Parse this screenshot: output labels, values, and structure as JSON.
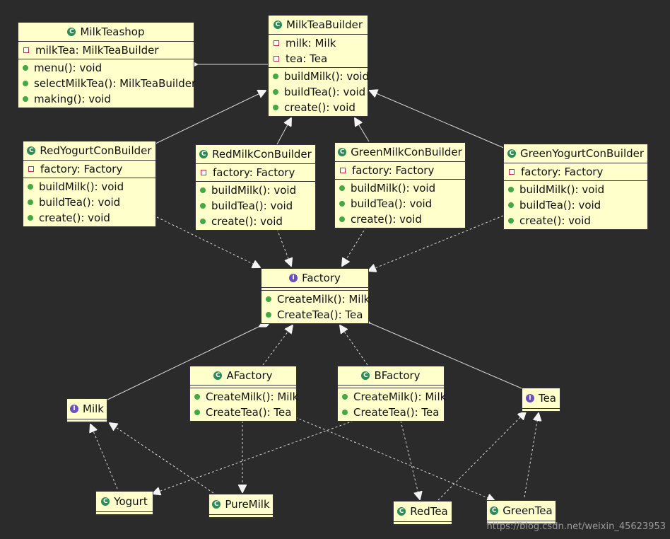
{
  "diagram": {
    "classes": {
      "milkteashop": {
        "name": "MilkTeashop",
        "attrs": [
          "milkTea: MilkTeaBuilder"
        ],
        "ops": [
          "menu(): void",
          "selectMilkTea(): MilkTeaBuilder",
          "making(): void"
        ]
      },
      "milkteabuilder": {
        "name": "MilkTeaBuilder",
        "attrs": [
          "milk: Milk",
          "tea: Tea"
        ],
        "ops": [
          "buildMilk(): void",
          "buildTea(): void",
          "create(): void"
        ]
      },
      "redyogurt": {
        "name": "RedYogurtConBuilder",
        "attrs": [
          "factory: Factory"
        ],
        "ops": [
          "buildMilk(): void",
          "buildTea(): void",
          "create(): void"
        ]
      },
      "redmilk": {
        "name": "RedMilkConBuilder",
        "attrs": [
          "factory: Factory"
        ],
        "ops": [
          "buildMilk(): void",
          "buildTea(): void",
          "create(): void"
        ]
      },
      "greenmilk": {
        "name": "GreenMilkConBuilder",
        "attrs": [
          "factory: Factory"
        ],
        "ops": [
          "buildMilk(): void",
          "buildTea(): void",
          "create(): void"
        ]
      },
      "greenyogurt": {
        "name": "GreenYogurtConBuilder",
        "attrs": [
          "factory: Factory"
        ],
        "ops": [
          "buildMilk(): void",
          "buildTea(): void",
          "create(): void"
        ]
      },
      "factory": {
        "name": "Factory",
        "ops": [
          "CreateMilk(): Milk",
          "CreateTea(): Tea"
        ]
      },
      "afactory": {
        "name": "AFactory",
        "ops": [
          "CreateMilk(): Milk",
          "CreateTea(): Tea"
        ]
      },
      "bfactory": {
        "name": "BFactory",
        "ops": [
          "CreateMilk(): Milk",
          "CreateTea(): Tea"
        ]
      },
      "milk": {
        "name": "Milk"
      },
      "tea": {
        "name": "Tea"
      },
      "yogurt": {
        "name": "Yogurt"
      },
      "puremilk": {
        "name": "PureMilk"
      },
      "redtea": {
        "name": "RedTea"
      },
      "greentea": {
        "name": "GreenTea"
      }
    },
    "watermark": "https://blog.csdn.net/weixin_45623953"
  },
  "colors": {
    "background": "#2b2b2b",
    "box_fill": "#ffffcc",
    "edge": "#d8d8d8",
    "class_badge": "#2e8b57",
    "interface_badge": "#6b4fbb",
    "public_dot": "#45a845",
    "private_square": "#c0304a"
  }
}
